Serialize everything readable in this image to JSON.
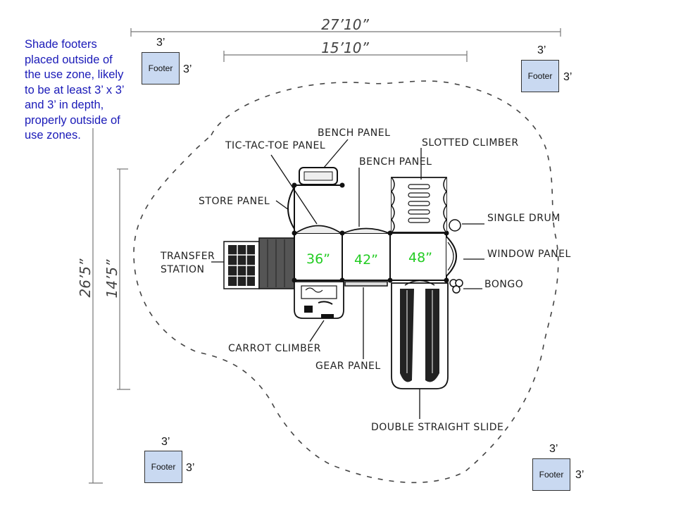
{
  "note": "Shade footers placed outside of the use zone, likely to be at least 3’ x 3’ and 3’ in depth, properly outside of use zones.",
  "footers": [
    {
      "label": "Footer",
      "dim_top": "3’",
      "dim_side": "3’"
    },
    {
      "label": "Footer",
      "dim_top": "3’",
      "dim_side": "3’"
    },
    {
      "label": "Footer",
      "dim_top": "3’",
      "dim_side": "3’"
    },
    {
      "label": "Footer",
      "dim_top": "3’",
      "dim_side": "3’"
    }
  ],
  "dimensions": {
    "overall_width": "27’10”",
    "structure_width": "15’10”",
    "overall_depth": "26’5”",
    "structure_depth": "14’5”"
  },
  "deck_heights": [
    "36”",
    "42”",
    "48”"
  ],
  "components": {
    "bench_panel_top": "BENCH PANEL",
    "tic_tac_toe": "TIC-TAC-TOE PANEL",
    "bench_panel": "BENCH PANEL",
    "slotted_climber": "SLOTTED CLIMBER",
    "store_panel": "STORE PANEL",
    "single_drum": "SINGLE DRUM",
    "transfer_station": "TRANSFER STATION",
    "window_panel": "WINDOW PANEL",
    "bongo": "BONGO",
    "carrot_climber": "CARROT CLIMBER",
    "gear_panel": "GEAR PANEL",
    "double_slide": "DOUBLE STRAIGHT SLIDE"
  }
}
